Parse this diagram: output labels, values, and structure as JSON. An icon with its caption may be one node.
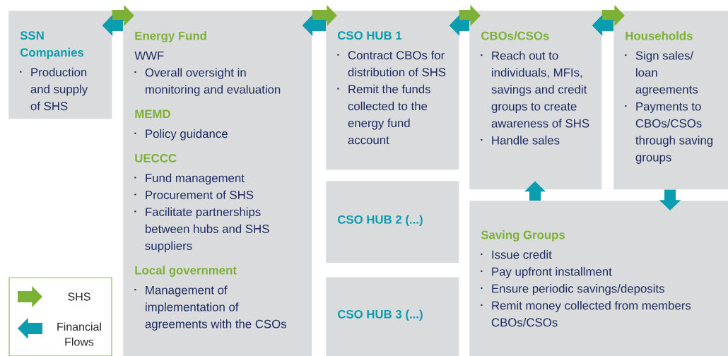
{
  "diagram": {
    "nodes": [
      {
        "text": [
          "SSN Companies",
          "Production and supply of SHS"
        ]
      },
      {
        "text": [
          "Energy Fund",
          "WWF",
          "Overall oversight in monitoring and evaluation",
          "MEMD",
          "Policy guidance",
          "UECCC",
          "Fund management",
          "Procurement of SHS",
          "Facilitate partnerships between hubs and SHS suppliers",
          "Local government",
          "Management of implementation of agreements with the CSOs"
        ]
      },
      {
        "text": [
          "CSO HUB 1",
          "Contract CBOs for distribution of SHS",
          "Remit the funds collected to the energy fund account"
        ]
      },
      {
        "text": [
          "CSO HUB 2 (...)"
        ]
      },
      {
        "text": [
          "CSO HUB 3 (...)"
        ]
      },
      {
        "text": [
          "CBOs/CSOs",
          "Reach out to individuals, MFIs, savings and credit groups to create awareness of SHS",
          "Handle sales"
        ]
      },
      {
        "text": [
          "Households",
          "Sign sales/ loan agreements",
          "Payments to CBOs/CSOs through saving groups"
        ]
      },
      {
        "text": [
          "Saving Groups",
          "Issue credit",
          "Pay upfront installment",
          "Ensure periodic savings/deposits",
          "Remit money collected from members CBOs/CSOs"
        ]
      }
    ],
    "edges": [
      {
        "from": 0,
        "to": 1,
        "arrow": "to",
        "color": "#7db037"
      },
      {
        "from": 1,
        "to": 0,
        "arrow": "to",
        "color": "#0a9caf"
      },
      {
        "from": 1,
        "to": 2,
        "arrow": "to",
        "color": "#7db037"
      },
      {
        "from": 2,
        "to": 1,
        "arrow": "to",
        "color": "#0a9caf"
      },
      {
        "from": 2,
        "to": 5,
        "arrow": "to",
        "color": "#7db037"
      },
      {
        "from": 5,
        "to": 2,
        "arrow": "to",
        "color": "#0a9caf"
      },
      {
        "from": 5,
        "to": 6,
        "arrow": "to",
        "color": "#7db037"
      },
      {
        "from": 6,
        "to": 5,
        "arrow": "to",
        "color": "#0a9caf"
      },
      {
        "from": 7,
        "to": 5,
        "arrow": "to",
        "color": "#0a9caf"
      },
      {
        "from": 6,
        "to": 7,
        "arrow": "to",
        "color": "#0a9caf"
      }
    ],
    "legend": [
      {
        "text": "SHS"
      },
      {
        "text": "Financial Flows"
      }
    ]
  }
}
